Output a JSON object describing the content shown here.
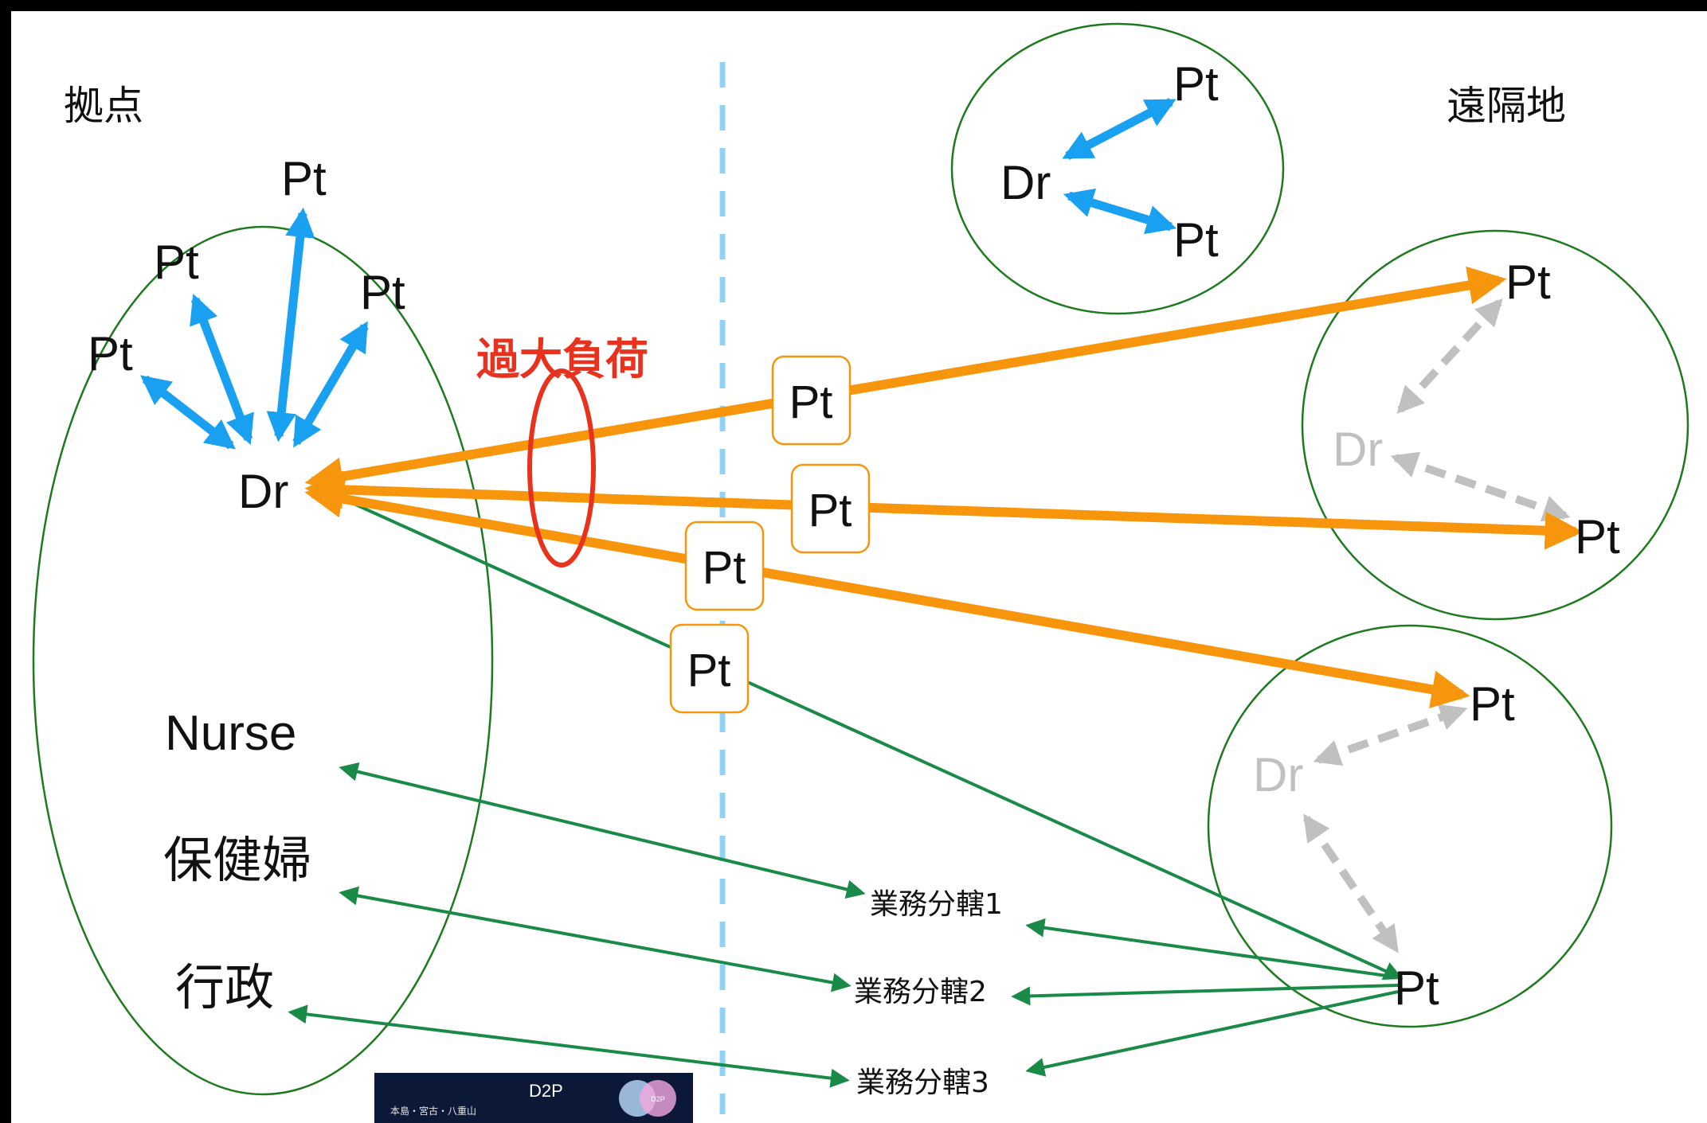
{
  "labels": {
    "base": "拠点",
    "remote": "遠隔地",
    "overload": "過大負荷",
    "dr": "Dr",
    "pt": "Pt",
    "nurse": "Nurse",
    "public_health_nurse": "保健婦",
    "administration": "行政",
    "duty1": "業務分轄1",
    "duty2": "業務分轄2",
    "duty3": "業務分轄3"
  },
  "thumbnail": {
    "title": "D2P",
    "subtitle": "本島・宮古・八重山",
    "badge": "D2P"
  },
  "colors": {
    "blue_arrow": "#1aa0f0",
    "orange_arrow": "#f7960c",
    "green_line": "#1a8a48",
    "ellipse_stroke": "#1f7a1f",
    "grey_arrow": "#c0c0c0",
    "overload_red": "#e8321e",
    "divider_blue": "#8fd3f4",
    "thumbnail_bg": "#0c1838"
  }
}
